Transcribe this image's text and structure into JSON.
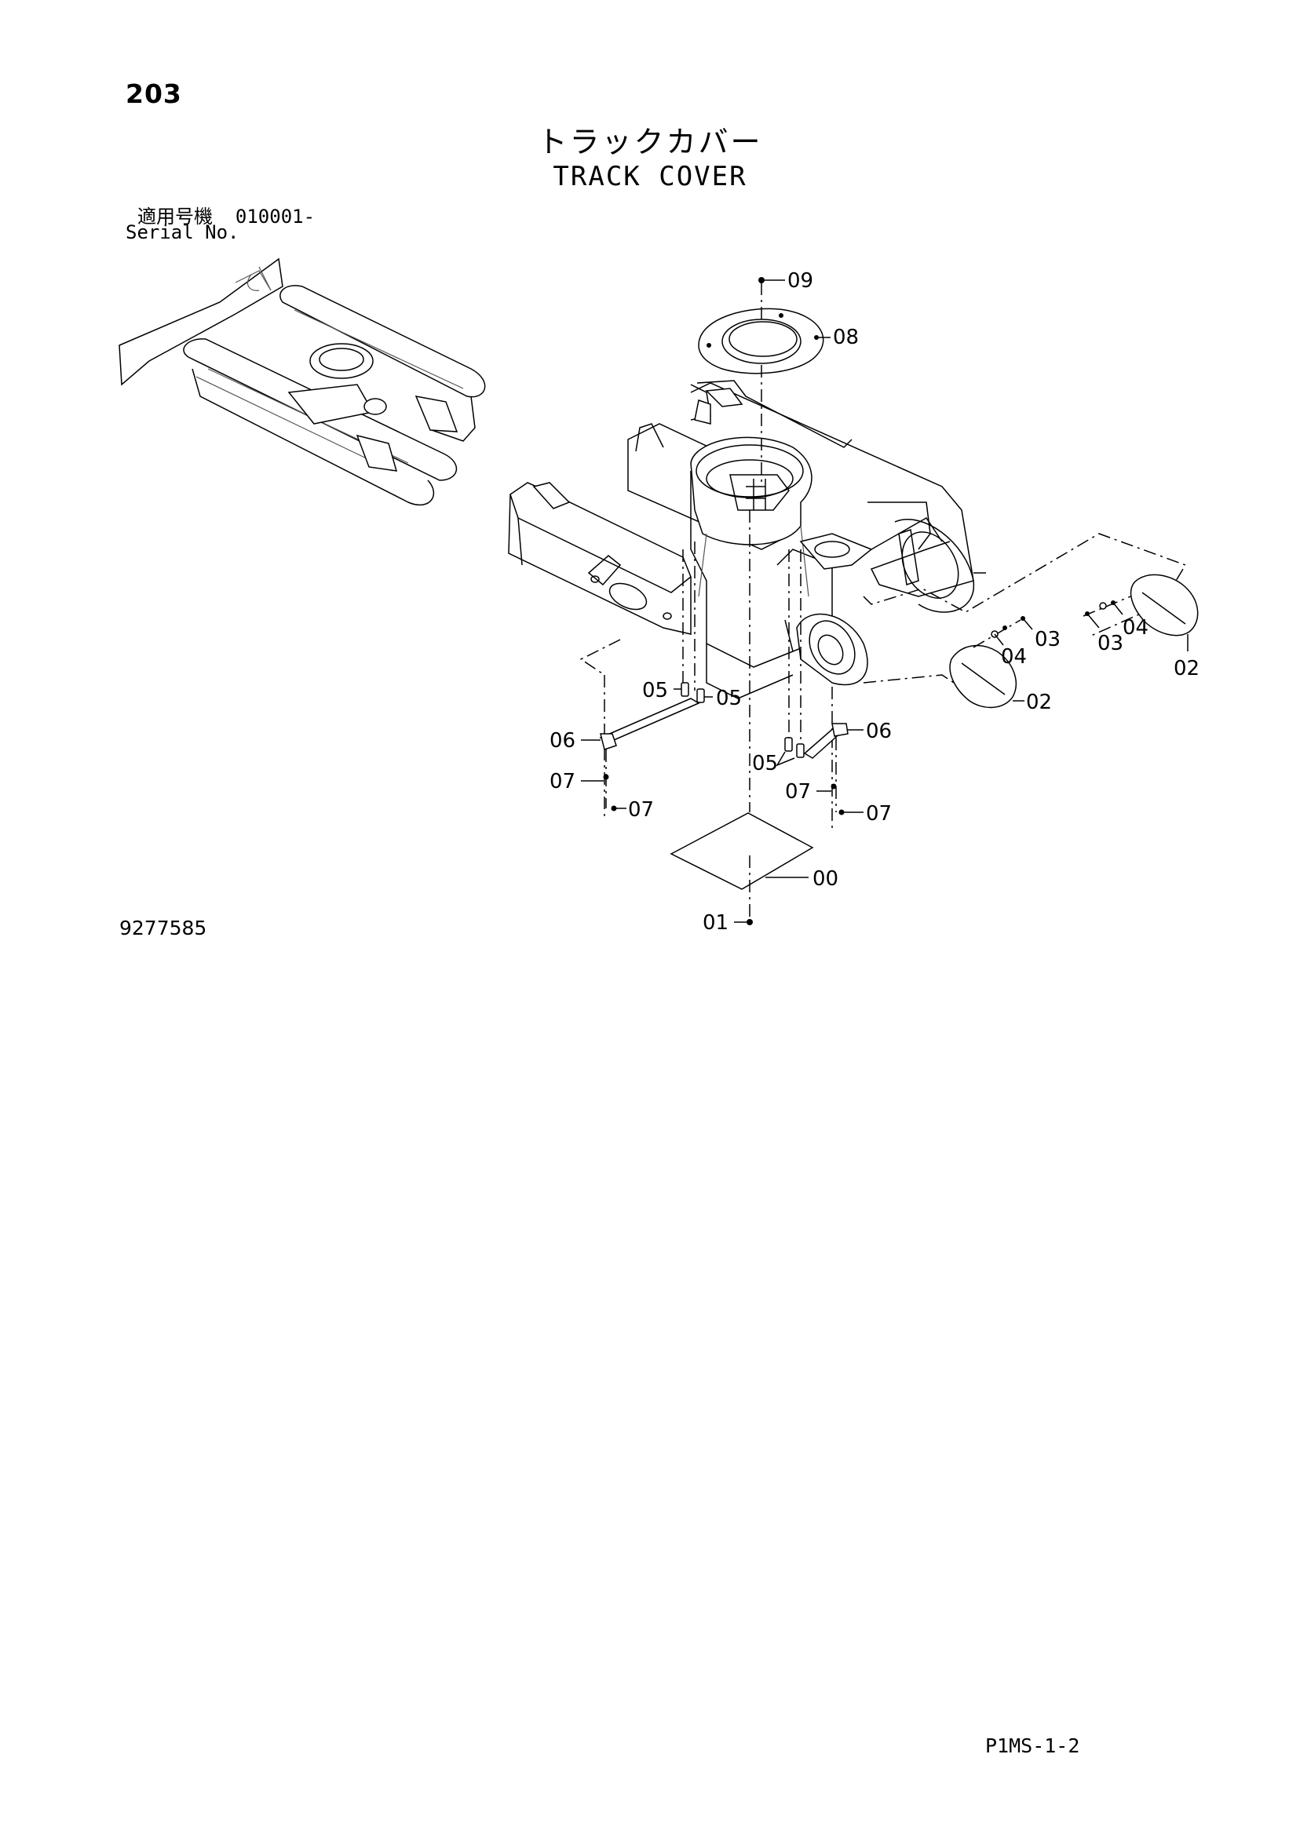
{
  "page": {
    "number": "203",
    "title_jp": "トラックカバー",
    "title_en": "TRACK COVER",
    "serial_label_jp": "適用号機",
    "serial_value": "010001-",
    "serial_label_en": "Serial No.",
    "drawing_number": "9277585",
    "page_code": "P1MS-1-2"
  },
  "callouts": {
    "c00": "00",
    "c01": "01",
    "c02a": "02",
    "c02b": "02",
    "c03a": "03",
    "c03b": "03",
    "c04a": "04",
    "c04b": "04",
    "c05a": "05",
    "c05b": "05",
    "c05c": "05",
    "c06a": "06",
    "c06b": "06",
    "c07a": "07",
    "c07b": "07",
    "c07c": "07",
    "c07d": "07",
    "c08": "08",
    "c09": "09"
  }
}
